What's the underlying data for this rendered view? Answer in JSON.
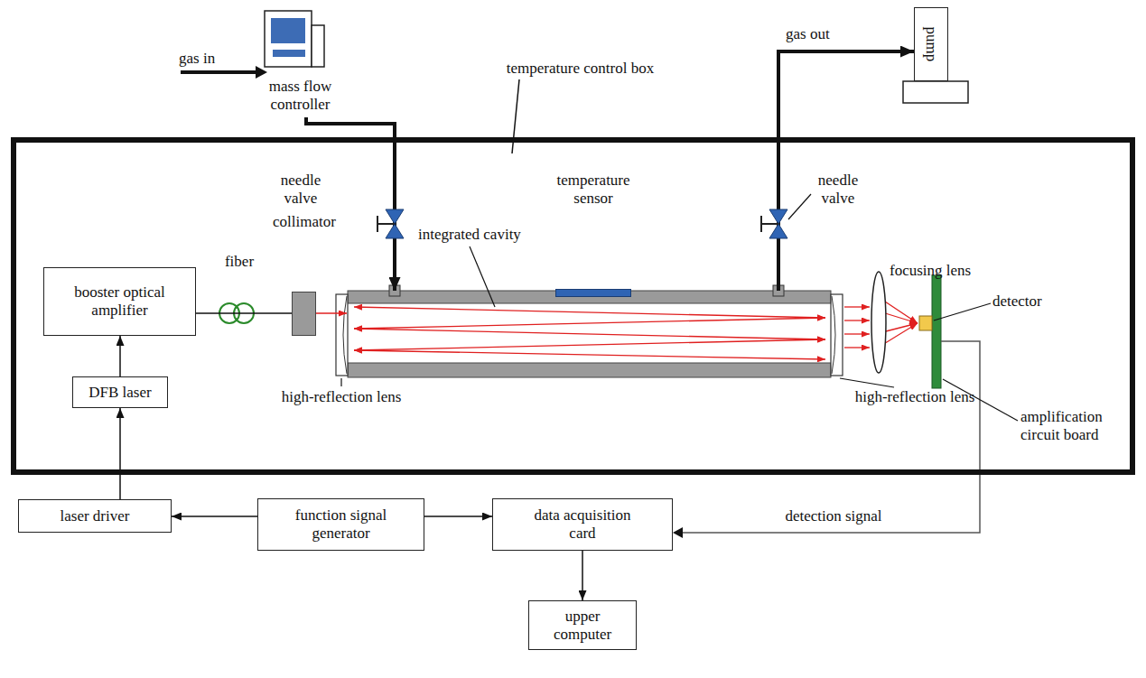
{
  "diagram": {
    "nodes": [
      {
        "text": [
          "temperature control box"
        ]
      },
      {
        "text": [
          "booster optical amplifier"
        ],
        "in": 0
      },
      {
        "text": [
          "DFB laser"
        ],
        "in": 0
      },
      {
        "text": [
          "collimator"
        ],
        "in": 0
      },
      {
        "text": [
          "integrated cavity"
        ],
        "in": 0
      },
      {
        "text": [
          "temperature sensor"
        ],
        "in": 0
      },
      {
        "text": [
          "mass flow controller"
        ]
      },
      {
        "text": [
          "pump"
        ]
      },
      {
        "text": [
          "laser driver"
        ]
      },
      {
        "text": [
          "function signal generator"
        ]
      },
      {
        "text": [
          "data acquisition card"
        ]
      },
      {
        "text": [
          "upper computer"
        ]
      }
    ],
    "edges": [
      {
        "from": 2,
        "to": 1,
        "arrow": "to"
      },
      {
        "from": 1,
        "to": 3,
        "arrow": "none",
        "label": "fiber"
      },
      {
        "from": 8,
        "to": 2,
        "arrow": "to"
      },
      {
        "from": 9,
        "to": 8,
        "arrow": "to"
      },
      {
        "from": 9,
        "to": 10,
        "arrow": "to"
      },
      {
        "from": 10,
        "to": 11,
        "arrow": "to"
      },
      {
        "from": 6,
        "to": 4,
        "arrow": "to"
      },
      {
        "from": 4,
        "to": 7,
        "arrow": "to"
      }
    ],
    "labels": [
      "gas in",
      "gas out",
      "needle valve",
      "needle valve",
      "high-reflection lens",
      "high-reflection lens",
      "focusing lens",
      "detector",
      "amplification circuit board",
      "detection signal"
    ]
  }
}
